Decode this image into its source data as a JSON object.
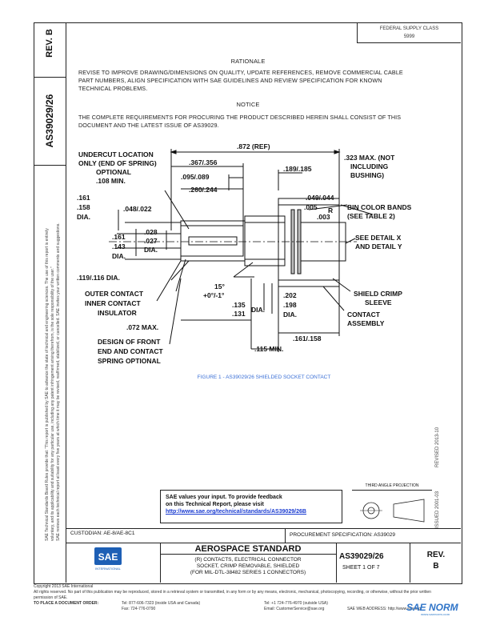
{
  "left_column": {
    "rev_label": "REV.",
    "rev_value": "B",
    "doc_number": "AS39029/26"
  },
  "federal_box": {
    "line1": "FEDERAL SUPPLY CLASS",
    "line2": "5999"
  },
  "rationale": {
    "heading": "RATIONALE",
    "body": "REVISE TO IMPROVE DRAWING/DIMENSIONS ON QUALITY, UPDATE REFERENCES, REMOVE COMMERCIAL CABLE PART NUMBERS, ALIGN SPECIFICATION WITH SAE GUIDELINES AND REVIEW SPECIFICATION FOR KNOWN TECHNICAL PROBLEMS."
  },
  "notice": {
    "heading": "NOTICE",
    "body": "THE COMPLETE REQUIREMENTS FOR PROCURING THE PRODUCT DESCRIBED HEREIN SHALL CONSIST OF THIS DOCUMENT AND THE LATEST ISSUE OF AS39029."
  },
  "drawing": {
    "undercut_label_1": "UNDERCUT LOCATION",
    "undercut_label_2": "ONLY (END OF SPRING)",
    "undercut_label_3": "OPTIONAL",
    "undercut_label_4": ".108 MIN.",
    "dim_overall": ".872 (REF)",
    "dim_367": ".367/.356",
    "dim_095": ".095/.089",
    "dim_260": ".260/.244",
    "dim_189": ".189/.185",
    "dim_323_1": ".323 MAX. (NOT",
    "dim_323_2": "INCLUDING",
    "dim_323_3": "BUSHING)",
    "dim_161a_1": ".161",
    "dim_161a_2": ".158",
    "dim_161a_3": "DIA.",
    "dim_048": ".048/.022",
    "dim_049": ".049/.044",
    "dim_005": ".005",
    "dim_003": ".003",
    "dim_R": "R",
    "bin_color_1": "BIN COLOR BANDS",
    "bin_color_2": "(SEE TABLE 2)",
    "dim_161b_1": ".161",
    "dim_161b_2": ".143",
    "dim_161b_3": "DIA.",
    "dim_028_1": ".028",
    "dim_028_2": ".027",
    "dim_028_3": "DIA.",
    "see_detail_1": "SEE DETAIL X",
    "see_detail_2": "AND DETAIL Y",
    "dim_119": ".119/.116 DIA.",
    "angle_1": "15°",
    "angle_2": "+0°/-1°",
    "outer_contact": "OUTER CONTACT",
    "inner_contact": "INNER CONTACT",
    "insulator": "INSULATOR",
    "dim_135_1": ".135",
    "dim_135_2": ".131",
    "dim_135_3": "DIA.",
    "dim_202_1": ".202",
    "dim_202_2": ".198",
    "dim_202_3": "DIA.",
    "shield_1": "SHIELD CRIMP",
    "shield_2": "SLEEVE",
    "contact_asm_1": "CONTACT",
    "contact_asm_2": "ASSEMBLY",
    "dim_072": ".072 MAX.",
    "dim_161c": ".161/.158",
    "dim_115": ".115 MIN.",
    "design_1": "DESIGN OF FRONT",
    "design_2": "END AND CONTACT",
    "design_3": "SPRING OPTIONAL"
  },
  "figure_caption": "FIGURE 1 - AS39029/26 SHIELDED SOCKET CONTACT",
  "feedback": {
    "line1": "SAE values your input. To provide feedback",
    "line2": "on this Technical Report, please visit",
    "url": "http://www.sae.org/technical/standards/AS39029/26B"
  },
  "third_angle": "THIRD ANGLE PROJECTION",
  "right_margin": {
    "issued": "ISSUED 2001-03",
    "revised": "REVISED 2013-10"
  },
  "custodian": "CUSTODIAN: AE-8/AE-8C1",
  "procurement": "PROCUREMENT SPECIFICATION: AS39029",
  "title_block": {
    "logo_text": "SAE",
    "logo_sub": "INTERNATIONAL",
    "title": "AEROSPACE STANDARD",
    "desc_1": "(R) CONTACTS, ELECTRICAL CONNECTOR",
    "desc_2": "SOCKET, CRIMP REMOVABLE, SHIELDED",
    "desc_3": "(FOR MIL-DTL-38482 SERIES 1 CONNECTORS)",
    "doc_number": "AS39029/26",
    "sheet": "SHEET 1 OF 7",
    "rev_label": "REV.",
    "rev_value": "B"
  },
  "side_note_1": "SAE Technical Standards Board Rules provide that: \"This report is published by SAE to advance the state of technical and engineering sciences. The use of this report is entirely",
  "side_note_2": "voluntary, and its applicability and suitability for any particular use, including any patent infringement arising therefrom, is the sole responsibility of the user.\"",
  "side_note_3": "SAE reviews each technical report at least every five years at which time it may be revised, reaffirmed, stabilized, or cancelled. SAE invites your written comments and suggestions.",
  "footer": {
    "copyright": "Copyright 2013 SAE International",
    "rights": "All rights reserved. No part of this publication may be reproduced, stored in a retrieval system or transmitted, in any form or by any means, electronic, mechanical, photocopying, recording, or otherwise, without the prior written permission of SAE.",
    "order_label": "TO PLACE A DOCUMENT ORDER:",
    "tel": "Tel: 877-606-7323 (inside USA and Canada)",
    "tel2": "Tel: +1 724-776-4970 (outside USA)",
    "fax": "Fax: 724-776-0790",
    "email": "Email: CustomerService@sae.org",
    "web": "SAE WEB ADDRESS: http://www.sae.org"
  },
  "watermark": {
    "text": "SAE NORM",
    "sub": "www.saenorm.com"
  }
}
